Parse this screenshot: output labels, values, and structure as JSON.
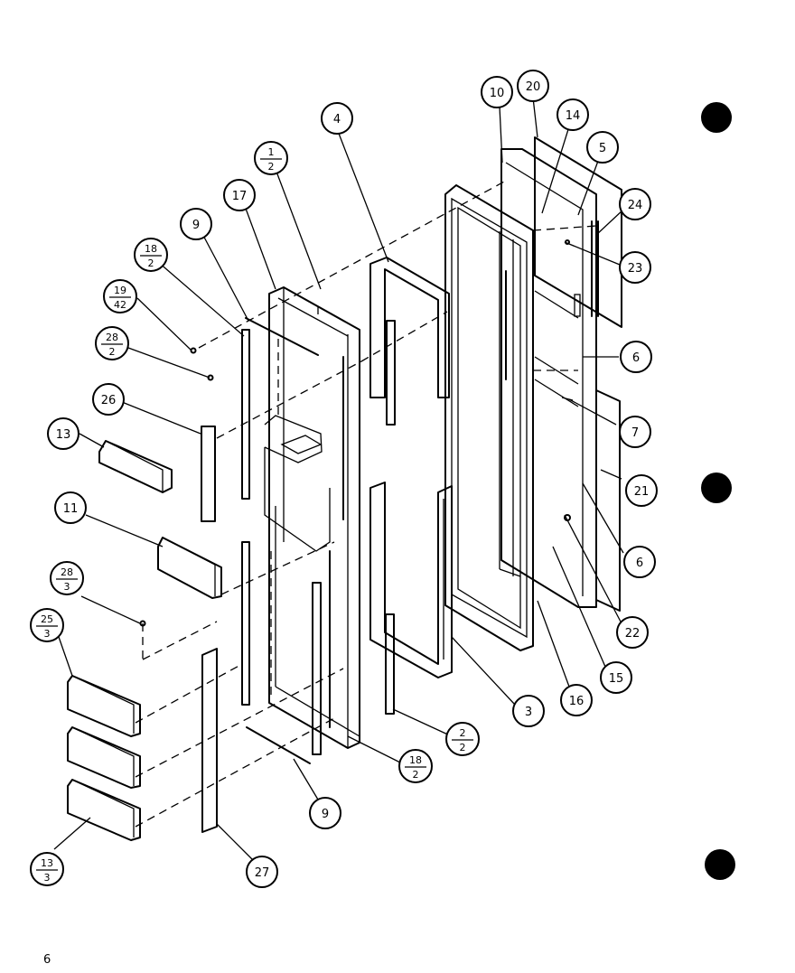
{
  "diagram": {
    "page_number": "6",
    "callouts": [
      {
        "id": "c1",
        "label": "1",
        "sub": "2"
      },
      {
        "id": "c2",
        "label": "2",
        "sub": "2"
      },
      {
        "id": "c3",
        "label": "3"
      },
      {
        "id": "c4",
        "label": "4"
      },
      {
        "id": "c5",
        "label": "5"
      },
      {
        "id": "c6a",
        "label": "6"
      },
      {
        "id": "c6b",
        "label": "6"
      },
      {
        "id": "c7",
        "label": "7"
      },
      {
        "id": "c9a",
        "label": "9"
      },
      {
        "id": "c9b",
        "label": "9"
      },
      {
        "id": "c10",
        "label": "10"
      },
      {
        "id": "c11",
        "label": "11"
      },
      {
        "id": "c13",
        "label": "13"
      },
      {
        "id": "c13b",
        "label": "13",
        "sub": "3"
      },
      {
        "id": "c14",
        "label": "14"
      },
      {
        "id": "c15",
        "label": "15"
      },
      {
        "id": "c16",
        "label": "16"
      },
      {
        "id": "c17",
        "label": "17"
      },
      {
        "id": "c18a",
        "label": "18",
        "sub": "2"
      },
      {
        "id": "c18b",
        "label": "18",
        "sub": "2"
      },
      {
        "id": "c19",
        "label": "19",
        "sub": "42"
      },
      {
        "id": "c20",
        "label": "20"
      },
      {
        "id": "c21",
        "label": "21"
      },
      {
        "id": "c22",
        "label": "22"
      },
      {
        "id": "c23",
        "label": "23"
      },
      {
        "id": "c24",
        "label": "24"
      },
      {
        "id": "c25",
        "label": "25",
        "sub": "3"
      },
      {
        "id": "c26",
        "label": "26"
      },
      {
        "id": "c27",
        "label": "27"
      },
      {
        "id": "c28a",
        "label": "28",
        "sub": "2"
      },
      {
        "id": "c28b",
        "label": "28",
        "sub": "3"
      }
    ]
  }
}
